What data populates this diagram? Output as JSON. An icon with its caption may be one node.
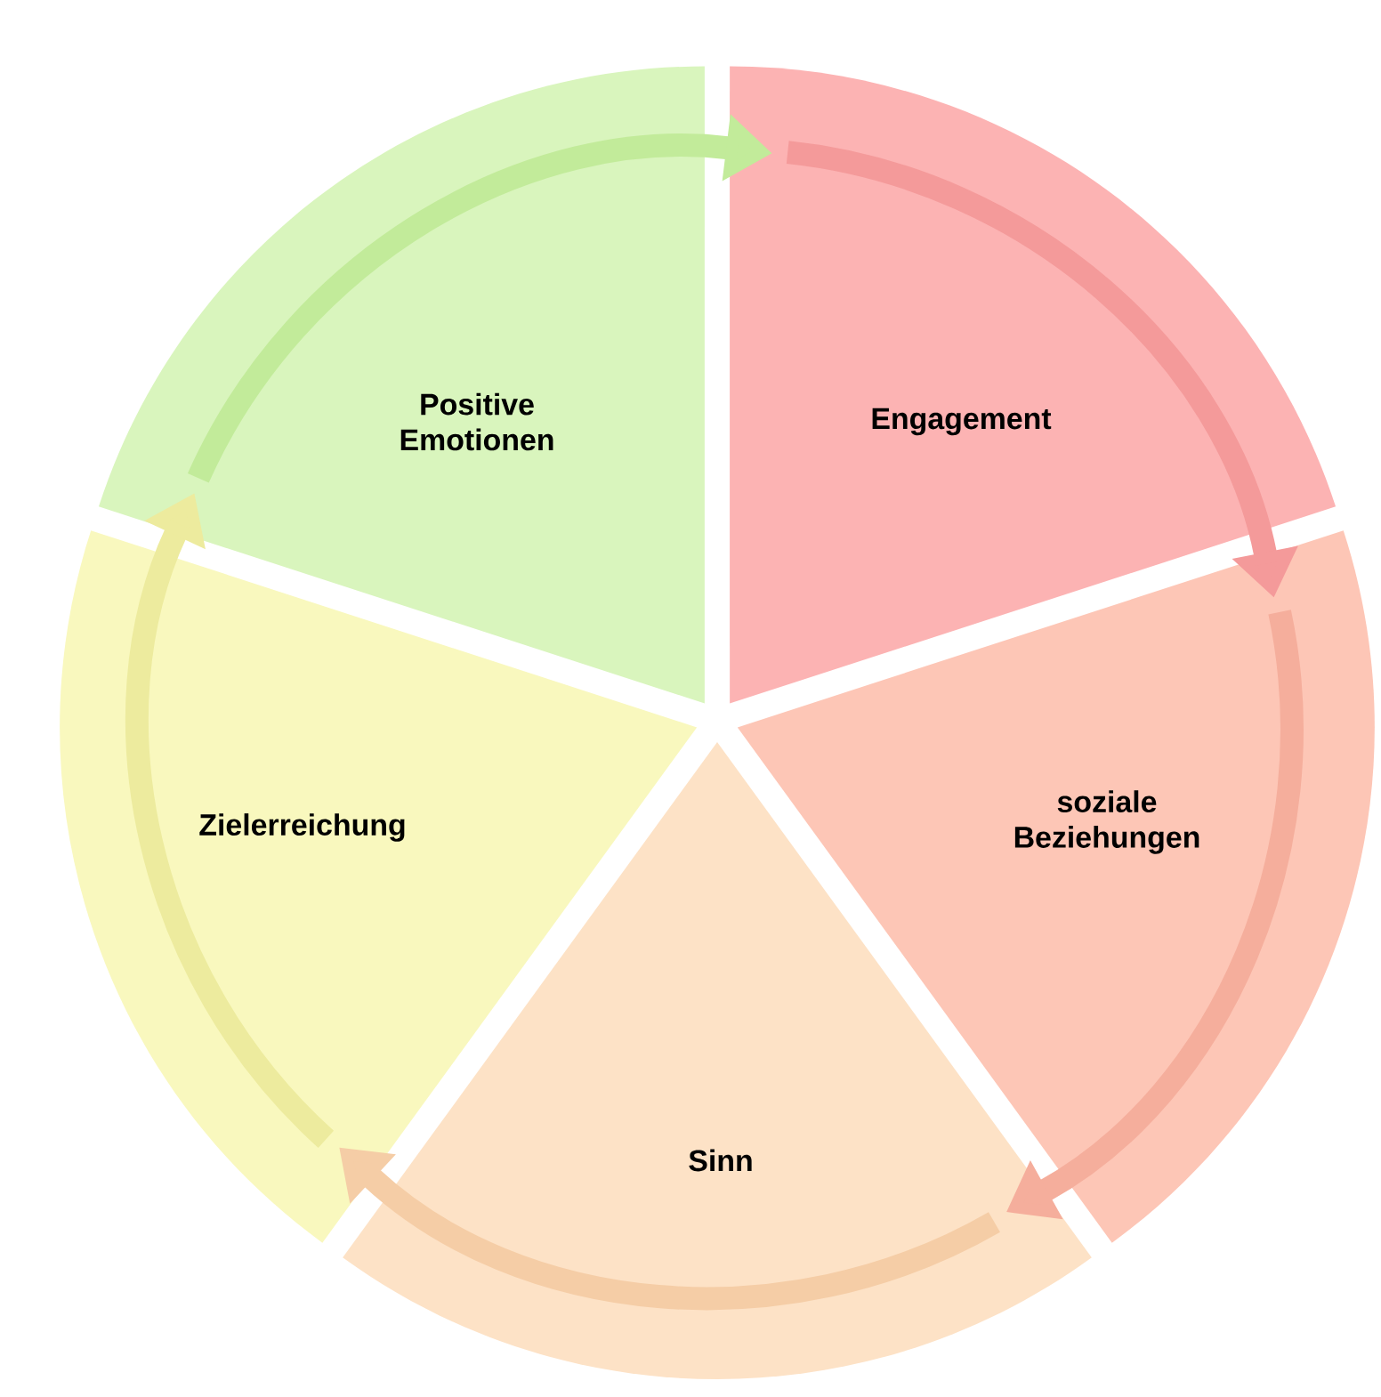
{
  "diagram": {
    "nodes": [
      {
        "text": [
          "Positive Emotionen"
        ]
      },
      {
        "text": [
          "Engagement"
        ]
      },
      {
        "text": [
          "soziale Beziehungen"
        ]
      },
      {
        "text": [
          "Sinn"
        ]
      },
      {
        "text": [
          "Zielerreichung"
        ]
      }
    ],
    "edges": [
      {
        "from": 0,
        "to": 1,
        "arrow": "to"
      },
      {
        "from": 1,
        "to": 2,
        "arrow": "to"
      },
      {
        "from": 2,
        "to": 3,
        "arrow": "to"
      },
      {
        "from": 3,
        "to": 4,
        "arrow": "to"
      },
      {
        "from": 4,
        "to": 0,
        "arrow": "to"
      }
    ]
  }
}
